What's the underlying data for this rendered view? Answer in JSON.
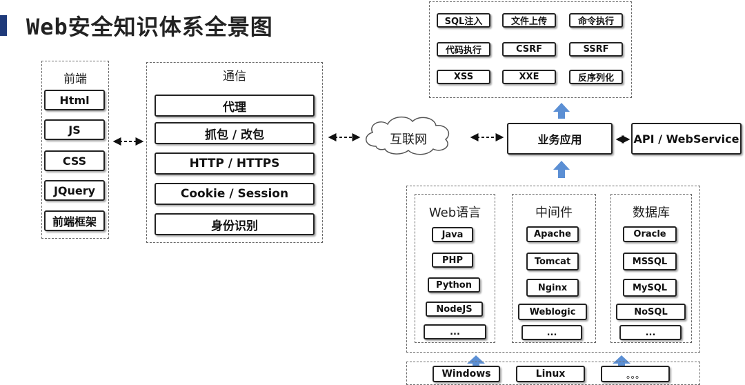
{
  "title": "Web安全知识体系全景图",
  "frontend": {
    "label": "前端",
    "items": [
      "Html",
      "JS",
      "CSS",
      "JQuery",
      "前端框架"
    ]
  },
  "comm": {
    "label": "通信",
    "items": [
      "代理",
      "抓包 / 改包",
      "HTTP / HTTPS",
      "Cookie / Session",
      "身份识别"
    ]
  },
  "internet": "互联网",
  "vulns": [
    "SQL注入",
    "文件上传",
    "命令执行",
    "代码执行",
    "CSRF",
    "SSRF",
    "XSS",
    "XXE",
    "反序列化"
  ],
  "business_app": "业务应用",
  "api": "API / WebService",
  "web_lang": {
    "label": "Web语言",
    "items": [
      "Java",
      "PHP",
      "Python",
      "NodeJS",
      "..."
    ]
  },
  "middleware": {
    "label": "中间件",
    "items": [
      "Apache",
      "Tomcat",
      "Nginx",
      "Weblogic",
      "..."
    ]
  },
  "database": {
    "label": "数据库",
    "items": [
      "Oracle",
      "MSSQL",
      "MySQL",
      "NoSQL",
      "..."
    ]
  },
  "os": [
    "Windows",
    "Linux",
    "。。。"
  ],
  "colors": {
    "arrow_up": "#5b8fd4",
    "title_bar": "#1f3a7a"
  }
}
